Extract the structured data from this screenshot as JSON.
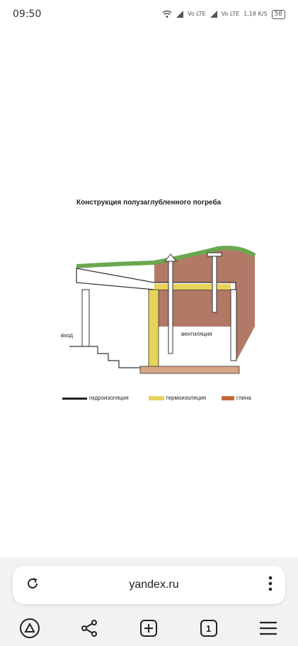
{
  "status": {
    "time": "09:50",
    "net1": "Vo LTE",
    "net2": "Vo LTE",
    "speed": "1,18 K/S",
    "battery": "58"
  },
  "figure": {
    "title": "Конструкция полузаглубленного погреба",
    "labels": {
      "entrance": "вход",
      "ventilation": "вентиляция"
    },
    "legend": [
      {
        "label": "гидроизоляция"
      },
      {
        "label": "термоизоляция"
      },
      {
        "label": "глина"
      }
    ]
  },
  "browser": {
    "url": "yandex.ru",
    "tabs_count": "1"
  },
  "colors": {
    "soil": "#a86a55",
    "grass": "#6aa84f",
    "insulation": "#e6d35a",
    "panel": "#f2f2f4"
  }
}
